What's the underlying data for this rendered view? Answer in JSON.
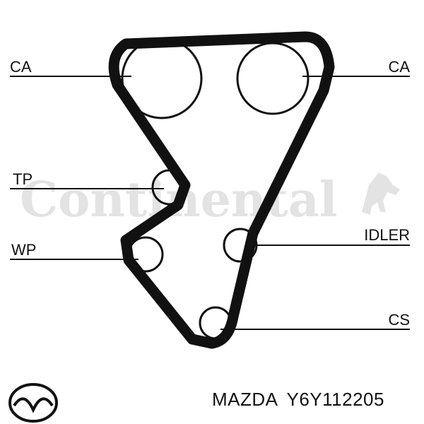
{
  "labels": {
    "ca_left": "CA",
    "ca_right": "CA",
    "tp": "TP",
    "idler": "IDLER",
    "wp": "WP",
    "cs": "CS"
  },
  "watermark": {
    "text": "Continental",
    "icon": "rearing-horse-icon"
  },
  "logo": {
    "icon": "mazda-logo-icon"
  },
  "caption": {
    "brand": "MAZDA",
    "part_number": "Y6Y112205"
  },
  "colors": {
    "ink": "#111111",
    "watermark": "#e3e3e3"
  }
}
